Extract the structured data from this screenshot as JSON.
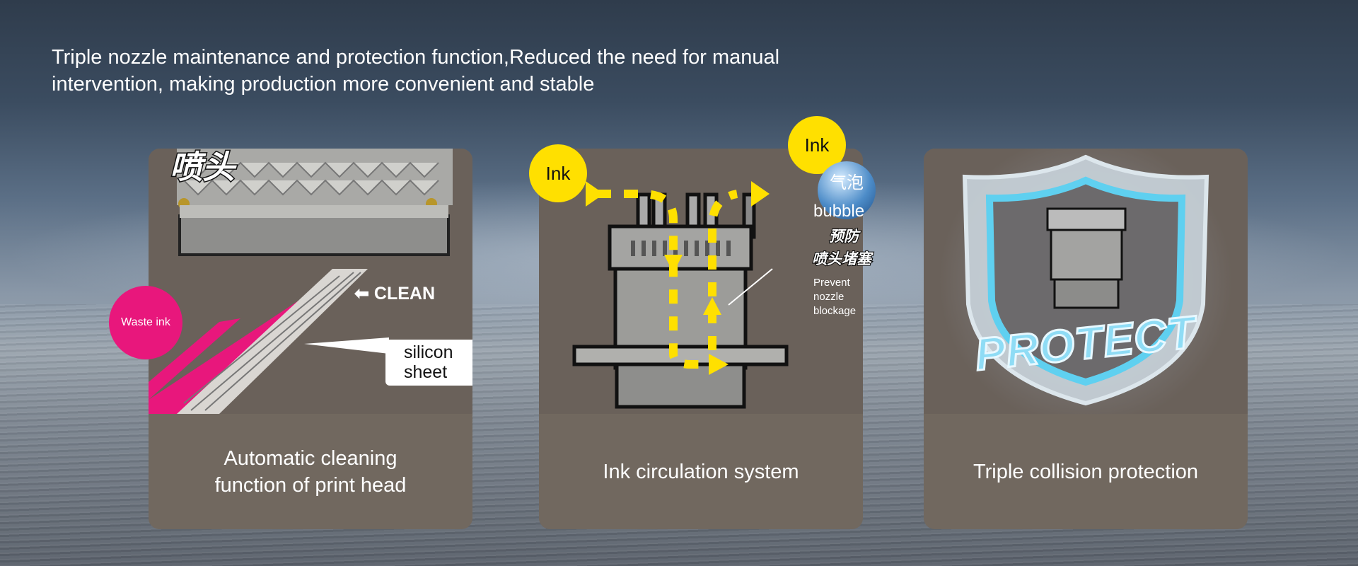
{
  "headline": {
    "line1": "Triple nozzle maintenance and protection function,Reduced the need for manual",
    "line2": "intervention, making production more convenient and stable"
  },
  "cards": [
    {
      "caption_line1": "Automatic cleaning",
      "caption_line2": "function of print head",
      "labels": {
        "nozzle_cn": "喷头",
        "waste_ink": "Waste ink",
        "clean": "CLEAN",
        "silicon_line1": "silicon",
        "silicon_line2": "sheet"
      }
    },
    {
      "caption": "Ink circulation system",
      "labels": {
        "ink_in": "Ink",
        "ink_out": "Ink",
        "bubble_cn": "气泡",
        "bubble": "bubble",
        "prevent_cn_1": "预防",
        "prevent_cn_2": "喷头堵塞",
        "prevent_1": "Prevent",
        "prevent_2": "nozzle",
        "prevent_3": "blockage"
      }
    },
    {
      "caption": "Triple collision protection",
      "labels": {
        "protect": "PROTECT"
      }
    }
  ],
  "colors": {
    "pink": "#e8177c",
    "yellow": "#ffe000",
    "card": "#6f6660"
  }
}
